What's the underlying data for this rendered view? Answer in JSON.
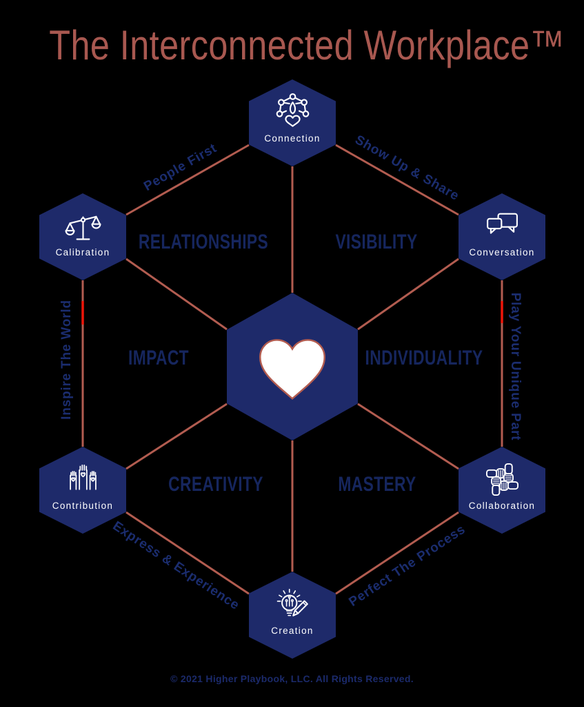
{
  "title": "The Interconnected Workplace™",
  "footer": "© 2021 Higher Playbook, LLC. All Rights Reserved.",
  "colors": {
    "background": "#000000",
    "hexagon_navy": "#1e2a6a",
    "label_navy": "#16265e",
    "edge_label_navy": "#1b2d6f",
    "terracotta_line": "#b25c50",
    "title_terracotta": "#a85850",
    "highlight_red": "#ed1509",
    "icon_white": "#ffffff"
  },
  "center_hexagon": {
    "icon": "heart-icon"
  },
  "nodes": {
    "connection": {
      "label": "Connection",
      "icon": "people-network-icon"
    },
    "calibration": {
      "label": "Calibration",
      "icon": "balance-scale-icon"
    },
    "conversation": {
      "label": "Conversation",
      "icon": "chat-bubbles-icon"
    },
    "contribution": {
      "label": "Contribution",
      "icon": "raised-hands-icon"
    },
    "collaboration": {
      "label": "Collaboration",
      "icon": "interlocked-hands-icon"
    },
    "creation": {
      "label": "Creation",
      "icon": "lightbulb-pencil-icon"
    }
  },
  "inner_labels": {
    "upper_left": "RELATIONSHIPS",
    "upper_right": "VISIBILITY",
    "mid_left": "IMPACT",
    "mid_right": "INDIVIDUALITY",
    "lower_left": "CREATIVITY",
    "lower_right": "MASTERY"
  },
  "edge_labels": {
    "top_left": "People First",
    "top_right": "Show Up & Share",
    "right": "Play Your Unique Part",
    "bottom_right": "Perfect The Process",
    "bottom_left": "Express & Experience",
    "left": "Inspire The World"
  }
}
